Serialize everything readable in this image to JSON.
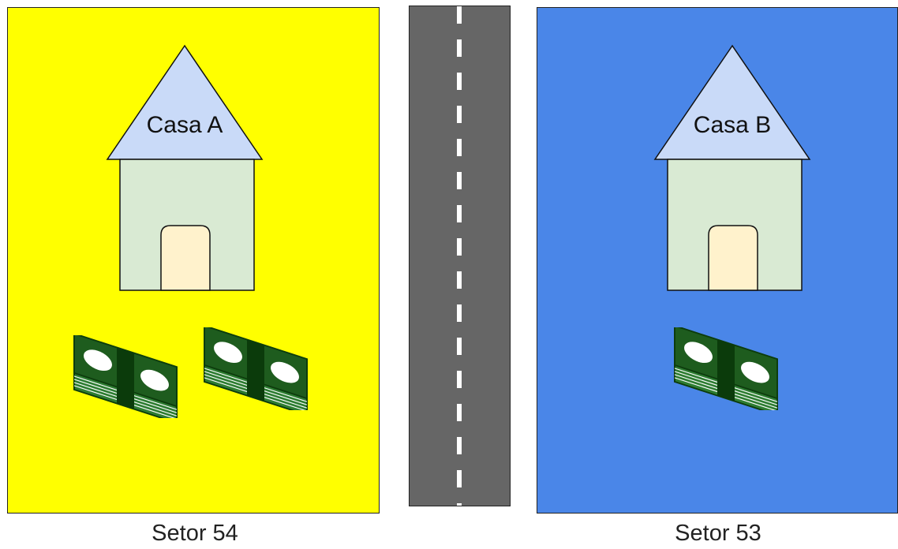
{
  "sectors": [
    {
      "house_label": "Casa A",
      "caption": "Setor 54",
      "color": "#ffff00",
      "money_stacks": 2
    },
    {
      "house_label": "Casa B",
      "caption": "Setor 53",
      "color": "#4a86e8",
      "money_stacks": 1
    }
  ],
  "colors": {
    "road": "#666666",
    "roof": "#c9daf8",
    "wall": "#d9ead3",
    "door": "#fff2cc",
    "money_dark": "#1e5c1e",
    "money_light": "#ffffff"
  },
  "icons": [
    "house-icon",
    "money-stack-icon",
    "road-icon"
  ]
}
